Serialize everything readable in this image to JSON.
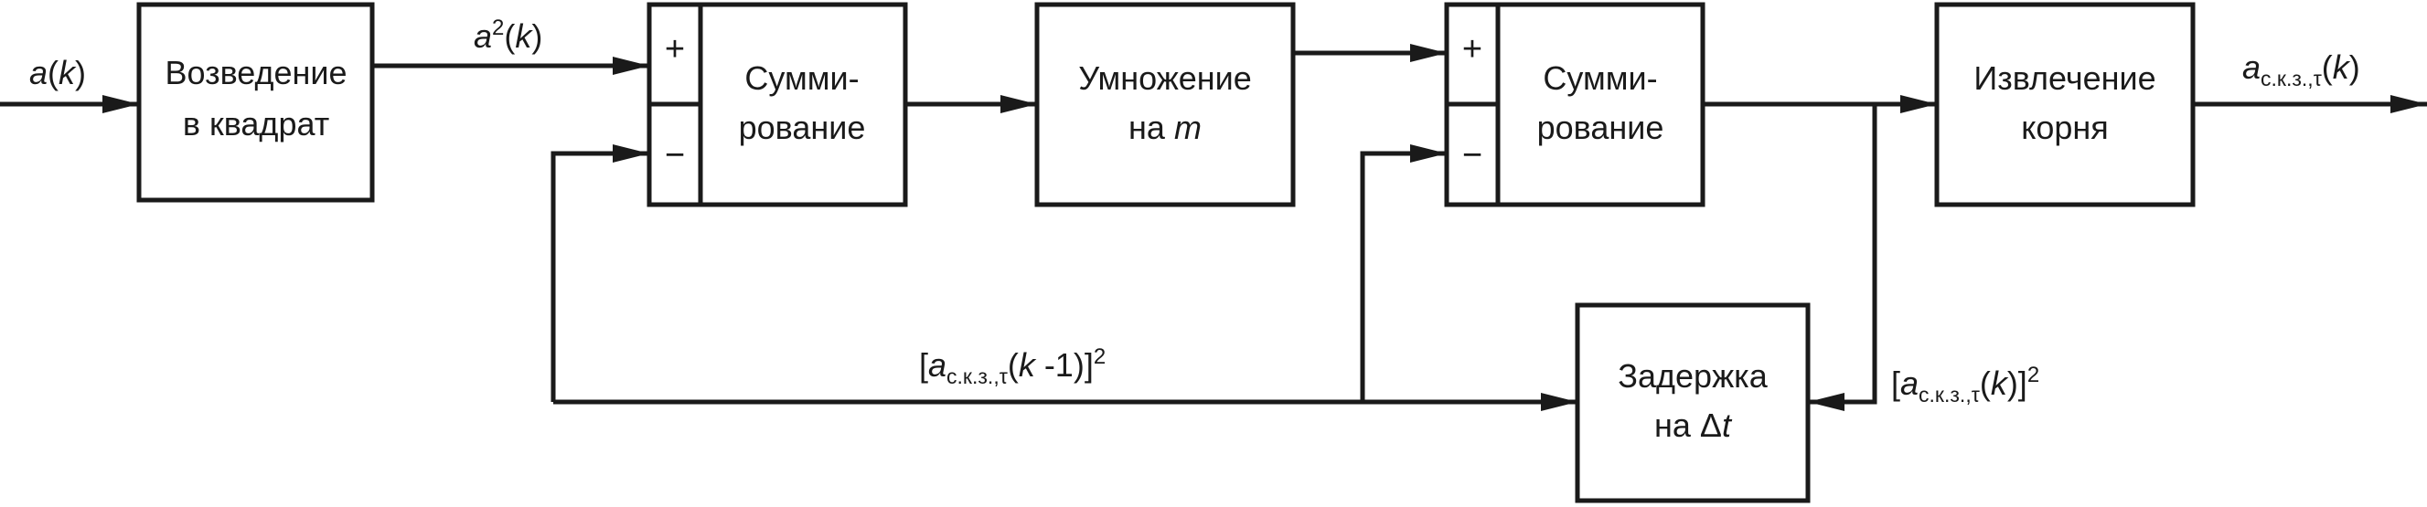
{
  "blocks": {
    "square": {
      "line1": "Возведение",
      "line2": "в квадрат"
    },
    "sum1": {
      "line1": "Сумми-",
      "line2": "рование",
      "plus": "+",
      "minus": "−"
    },
    "mult": {
      "line1": "Умножение",
      "line2_prefix": "на ",
      "line2_var": "m"
    },
    "sum2": {
      "line1": "Сумми-",
      "line2": "рование",
      "plus": "+",
      "minus": "−"
    },
    "root": {
      "line1": "Извлечение",
      "line2": "корня"
    },
    "delay": {
      "line1": "Задержка",
      "line2_prefix": "на ",
      "line2_delta": "Δ",
      "line2_var": "t"
    }
  },
  "signals": {
    "input": {
      "var": "a",
      "open": "(",
      "arg": "k",
      "close": ")"
    },
    "squared": {
      "var": "a",
      "exp": "2",
      "open": "(",
      "arg": "k",
      "close": ")"
    },
    "output": {
      "var": "a",
      "subscript": "с.к.з.,τ",
      "open": "(",
      "arg": "k",
      "close": ")"
    },
    "delayed": {
      "bracket_open": "[",
      "var": "a",
      "subscript": "с.к.з.,τ",
      "open": "(",
      "arg": "k",
      "rest": " -1)]",
      "exp": "2"
    },
    "current": {
      "bracket_open": "[",
      "var": "a",
      "subscript": "с.к.з.,τ",
      "open": "(",
      "arg": "k",
      "rest": ")]",
      "exp": "2"
    }
  }
}
